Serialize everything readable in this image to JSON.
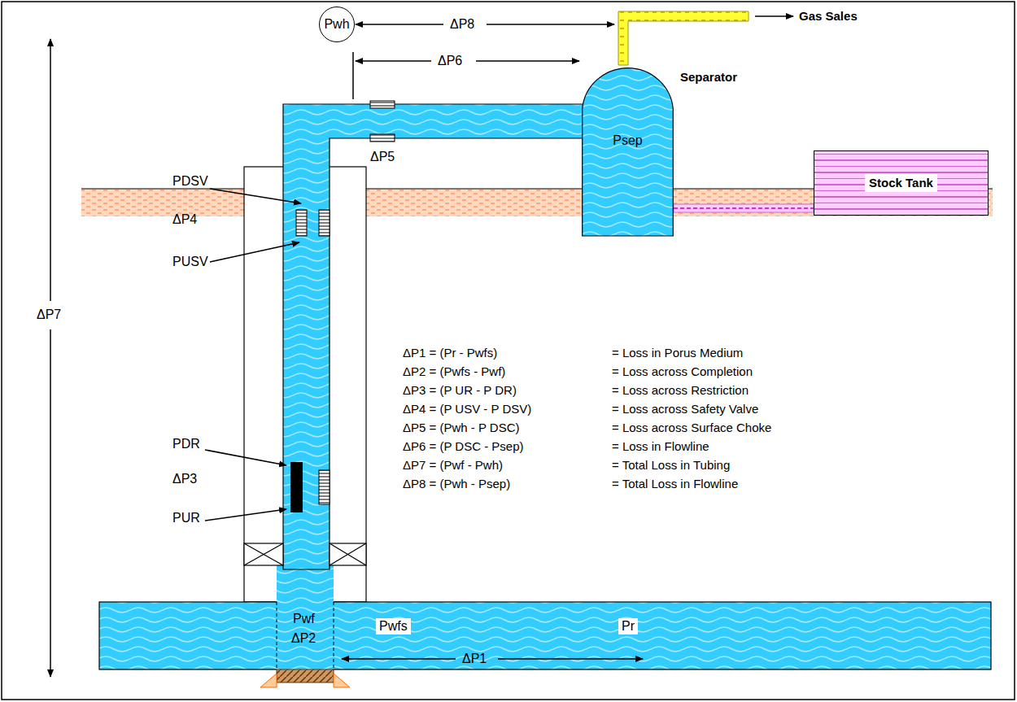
{
  "diagram": {
    "nodes": [
      {
        "text": [
          "Pwh"
        ]
      },
      {
        "text": [
          "Separator",
          "Psep"
        ]
      },
      {
        "text": [
          "Stock Tank"
        ]
      }
    ],
    "edges": [
      {
        "from": 1,
        "to": 2,
        "arrow": "none"
      }
    ],
    "labels": [
      "Gas Sales",
      "ΔP8",
      "ΔP6",
      "ΔP5",
      "PDSV",
      "ΔP4",
      "PUSV",
      "ΔP7",
      "PDR",
      "ΔP3",
      "PUR",
      "ΔP1 = (Pr - Pwfs)",
      "= Loss in Porus Medium",
      "ΔP2 = (Pwfs - Pwf)",
      "= Loss across Completion",
      "ΔP3 = (P UR - P DR)",
      "= Loss across Restriction",
      "ΔP4 = (P USV - P DSV)",
      "= Loss across Safety Valve",
      "ΔP5 = (Pwh - P DSC)",
      "= Loss across Surface Choke",
      "ΔP6 = (P DSC - Psep)",
      "= Loss in Flowline",
      "ΔP7 = (Pwf - Pwh)",
      "= Total Loss in Tubing",
      "ΔP8 = (Pwh - Psep)",
      "= Total Loss in Flowline",
      "Pwf",
      "ΔP2",
      "Pwfs",
      "Pr",
      "ΔP1"
    ]
  }
}
